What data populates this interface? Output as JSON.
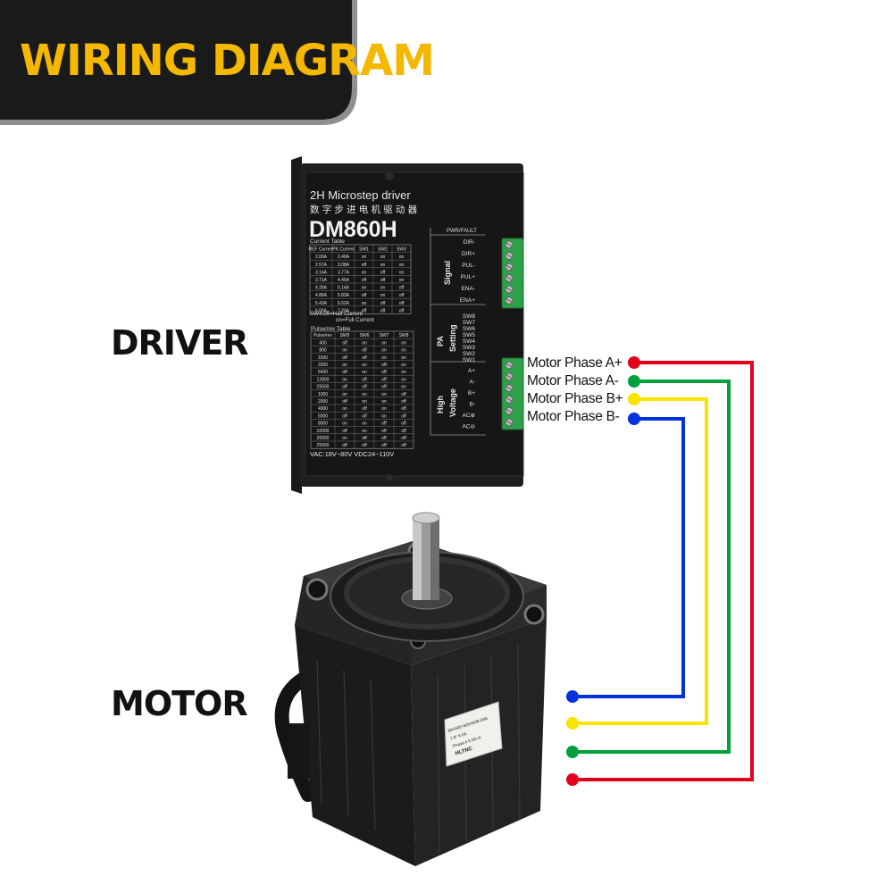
{
  "header": {
    "title": "WIRING DIAGRAM",
    "title_color": "#f5b800",
    "tab_color": "#1a1a1a"
  },
  "labels": {
    "driver": "DRIVER",
    "motor": "MOTOR"
  },
  "driver": {
    "line1": "2H Microstep driver",
    "line2": "数字步进电机驱动器",
    "model": "DM860H",
    "current_table": {
      "title": "Current Table",
      "headers": [
        "REF Current",
        "PK Current",
        "SW1",
        "SW2",
        "SW3"
      ],
      "rows": [
        [
          "2.00A",
          "2.40A",
          "on",
          "on",
          "on"
        ],
        [
          "2.57A",
          "3.08A",
          "off",
          "on",
          "on"
        ],
        [
          "3.14A",
          "3.77A",
          "on",
          "off",
          "on"
        ],
        [
          "3.71A",
          "4.45A",
          "off",
          "off",
          "on"
        ],
        [
          "4.28A",
          "5.14A",
          "on",
          "on",
          "off"
        ],
        [
          "4.86A",
          "5.83A",
          "off",
          "on",
          "off"
        ],
        [
          "5.43A",
          "6.52A",
          "on",
          "off",
          "off"
        ],
        [
          "6.00A",
          "7.20A",
          "off",
          "off",
          "off"
        ]
      ]
    },
    "sw4_note_1": "SW4:off=Half Current",
    "sw4_note_2": "on=Full Current",
    "pulse_table": {
      "title": "Pulse/rev Table",
      "headers": [
        "Pulse/rev",
        "SW5",
        "SW6",
        "SW7",
        "SW8"
      ],
      "rows": [
        [
          "400",
          "off",
          "on",
          "on",
          "on"
        ],
        [
          "800",
          "on",
          "off",
          "on",
          "on"
        ],
        [
          "1600",
          "off",
          "off",
          "on",
          "on"
        ],
        [
          "3200",
          "on",
          "on",
          "off",
          "on"
        ],
        [
          "6400",
          "off",
          "on",
          "off",
          "on"
        ],
        [
          "12800",
          "on",
          "off",
          "off",
          "on"
        ],
        [
          "25600",
          "off",
          "off",
          "off",
          "on"
        ],
        [
          "1000",
          "on",
          "on",
          "on",
          "off"
        ],
        [
          "2000",
          "off",
          "on",
          "on",
          "off"
        ],
        [
          "4000",
          "on",
          "off",
          "on",
          "off"
        ],
        [
          "5000",
          "off",
          "off",
          "on",
          "off"
        ],
        [
          "8000",
          "on",
          "on",
          "off",
          "off"
        ],
        [
          "10000",
          "off",
          "on",
          "off",
          "off"
        ],
        [
          "20000",
          "on",
          "off",
          "off",
          "off"
        ],
        [
          "25000",
          "off",
          "off",
          "off",
          "off"
        ]
      ]
    },
    "voltage": "VAC:18V~80V  VDC24~110V",
    "pwr_fault": "PWR/FAULT",
    "signal_label": "Signal",
    "signal_pins": [
      "DIR-",
      "DIR+",
      "PUL-",
      "PUL+",
      "ENA-",
      "ENA+"
    ],
    "pa_label_1": "PA",
    "pa_label_2": "Setting",
    "pa_switches": [
      "SW8",
      "SW7",
      "SW6",
      "SW5",
      "SW4",
      "SW3",
      "SW2",
      "SW1"
    ],
    "hv_label_1": "High",
    "hv_label_2": "Voltage",
    "power_pins": [
      "A+",
      "A-",
      "B+",
      "B-",
      "AC⊕",
      "AC⊖"
    ]
  },
  "motor": {
    "sticker_lines": [
      "86HS82-6004A08-D06",
      "1.8°   6.0A",
      "Phase:4  8.5N.m",
      "HLTNC"
    ]
  },
  "phases": [
    {
      "label": "Motor Phase A+",
      "color": "#e3001b"
    },
    {
      "label": "Motor Phase A-",
      "color": "#00a03c"
    },
    {
      "label": "Motor Phase B+",
      "color": "#f7e400"
    },
    {
      "label": "Motor Phase B-",
      "color": "#0033dd"
    }
  ]
}
